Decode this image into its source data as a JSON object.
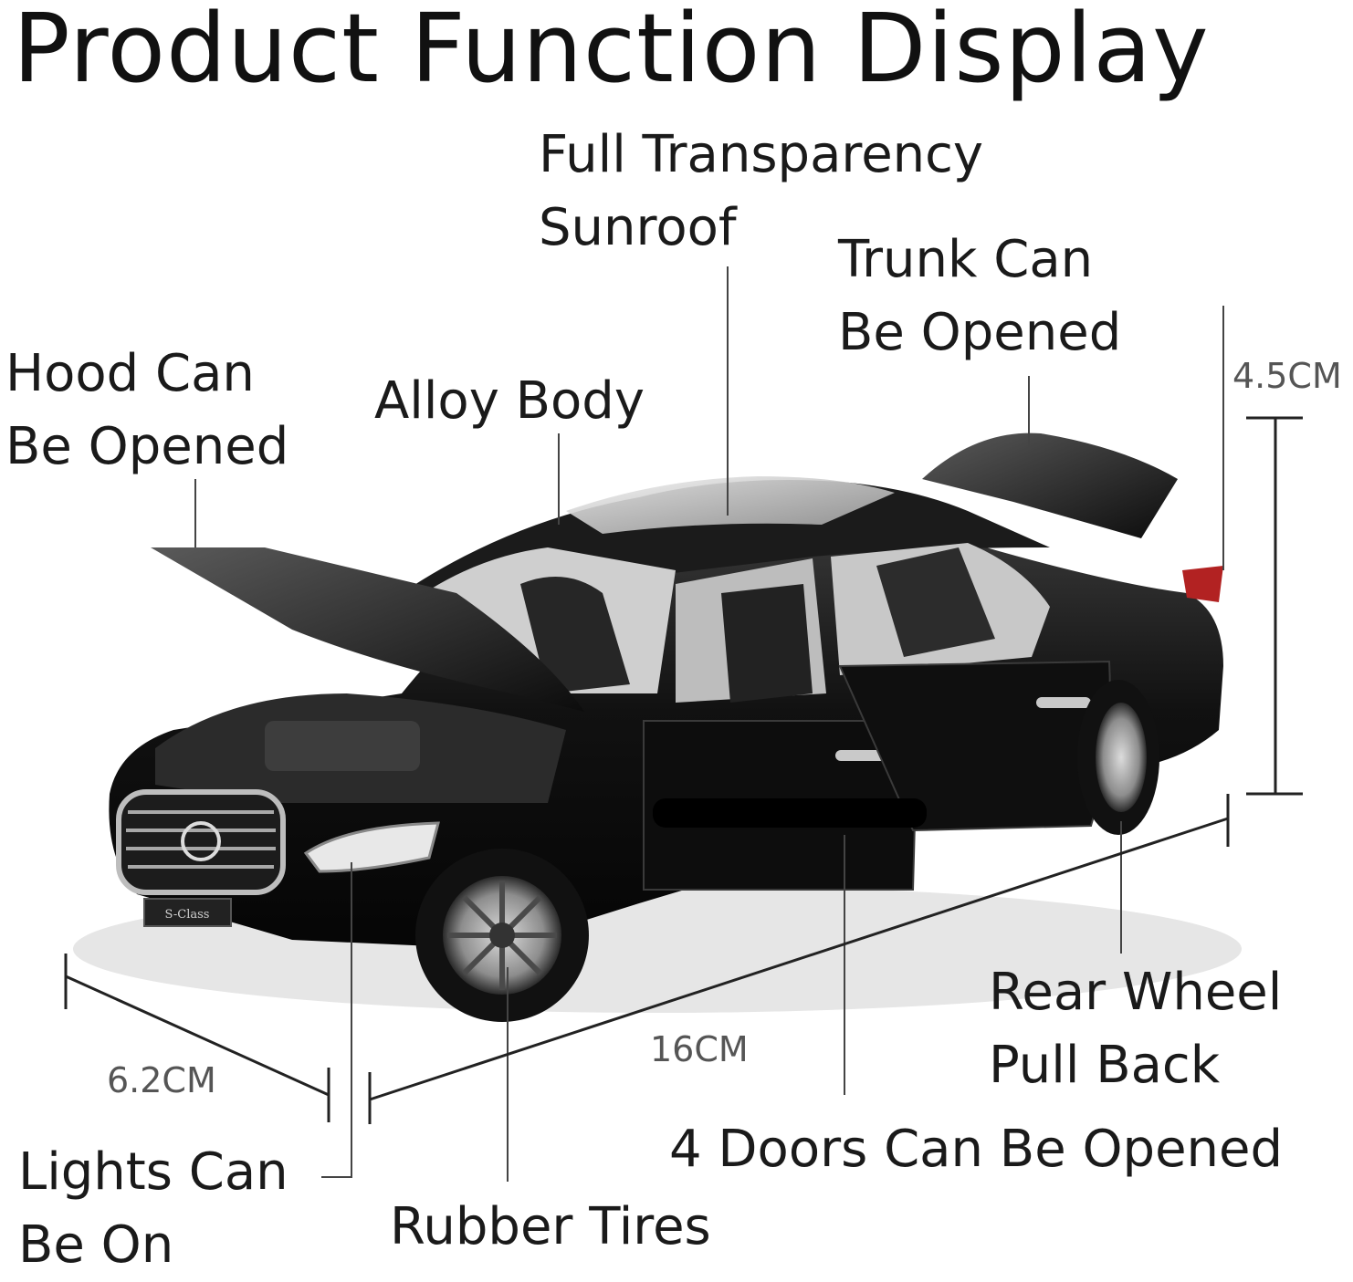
{
  "title": "Product Function Display",
  "features": {
    "sunroof": [
      "Full Transparency",
      "Sunroof"
    ],
    "trunk": [
      "Trunk Can",
      "Be Opened"
    ],
    "hood": [
      "Hood Can",
      "Be Opened"
    ],
    "alloy": [
      "Alloy Body"
    ],
    "rear_wheel": [
      "Rear Wheel",
      "Pull Back"
    ],
    "doors": [
      "4 Doors Can Be Opened"
    ],
    "lights": [
      "Lights Can",
      "Be On"
    ],
    "tires": [
      "Rubber Tires"
    ]
  },
  "dimensions": {
    "height": "4.5CM",
    "length": "16CM",
    "width": "6.2CM"
  },
  "badge": "S-Class"
}
